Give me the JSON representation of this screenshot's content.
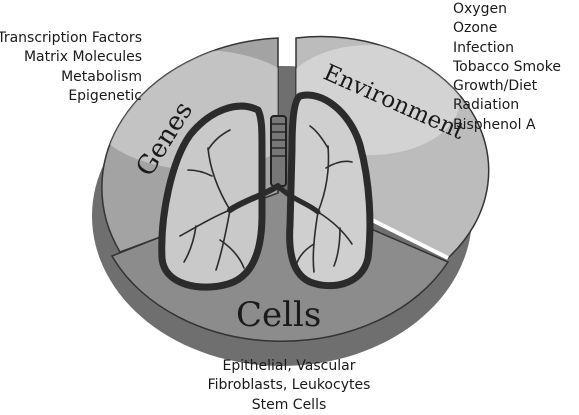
{
  "segments": {
    "genes": {
      "label": "Genes",
      "items": [
        "Transcription Factors",
        "Matrix Molecules",
        "Metabolism",
        "Epigenetic"
      ],
      "color": "#a3a3a3"
    },
    "environment": {
      "label": "Environment",
      "items": [
        "Oxygen",
        "Ozone",
        "Infection",
        "Tobacco Smoke",
        "Growth/Diet",
        "Radiation",
        "Bisphenol A"
      ],
      "color": "#bcbcbc"
    },
    "cells": {
      "label": "Cells",
      "items": [
        "Epithelial, Vascular",
        "Fibroblasts, Leukocytes",
        "Stem Cells"
      ],
      "color": "#8c8c8c"
    }
  },
  "center_icon": "lungs-icon"
}
